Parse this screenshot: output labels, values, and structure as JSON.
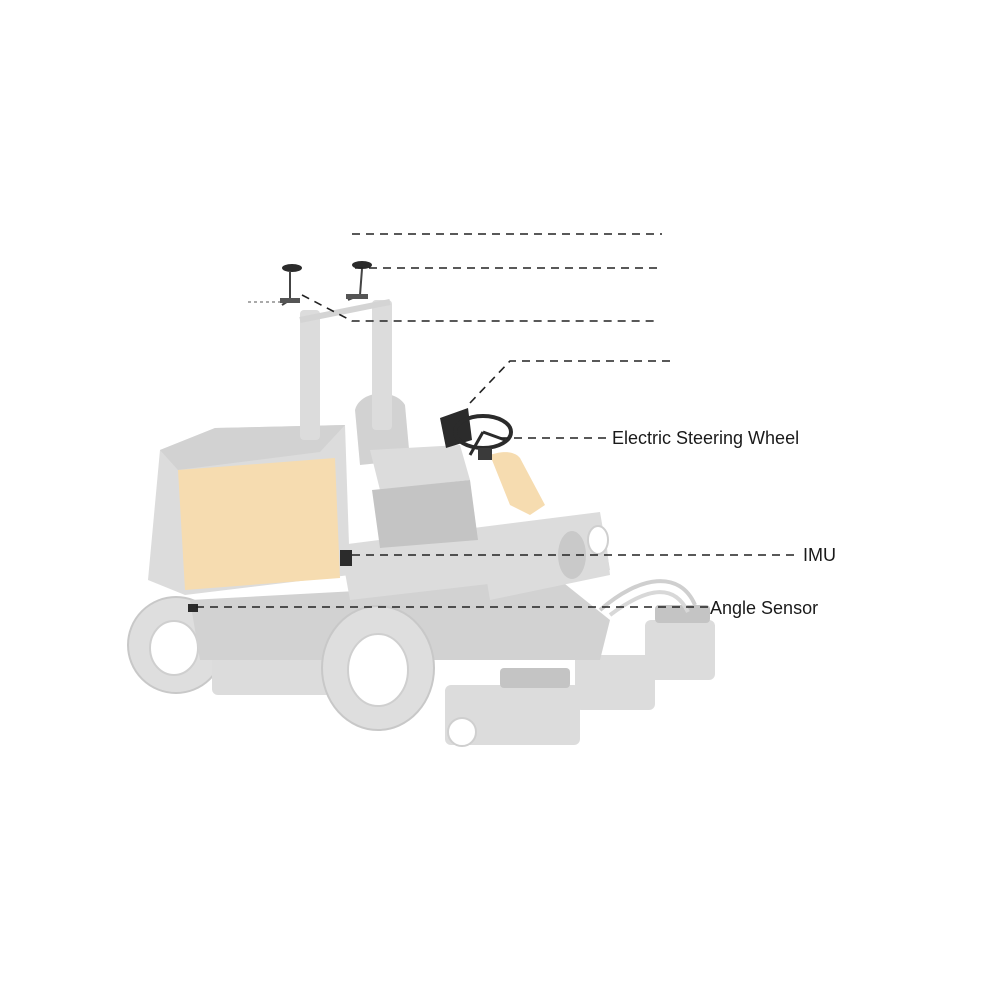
{
  "labels": {
    "electric_steering_wheel": "Electric Steering Wheel",
    "imu": "IMU",
    "angle_sensor": "Angle Sensor"
  },
  "colors": {
    "body": "#d2d2d2",
    "highlight_panel": "#f6dcb0",
    "leader_line": "#222222",
    "component": "#2b2b2b"
  }
}
